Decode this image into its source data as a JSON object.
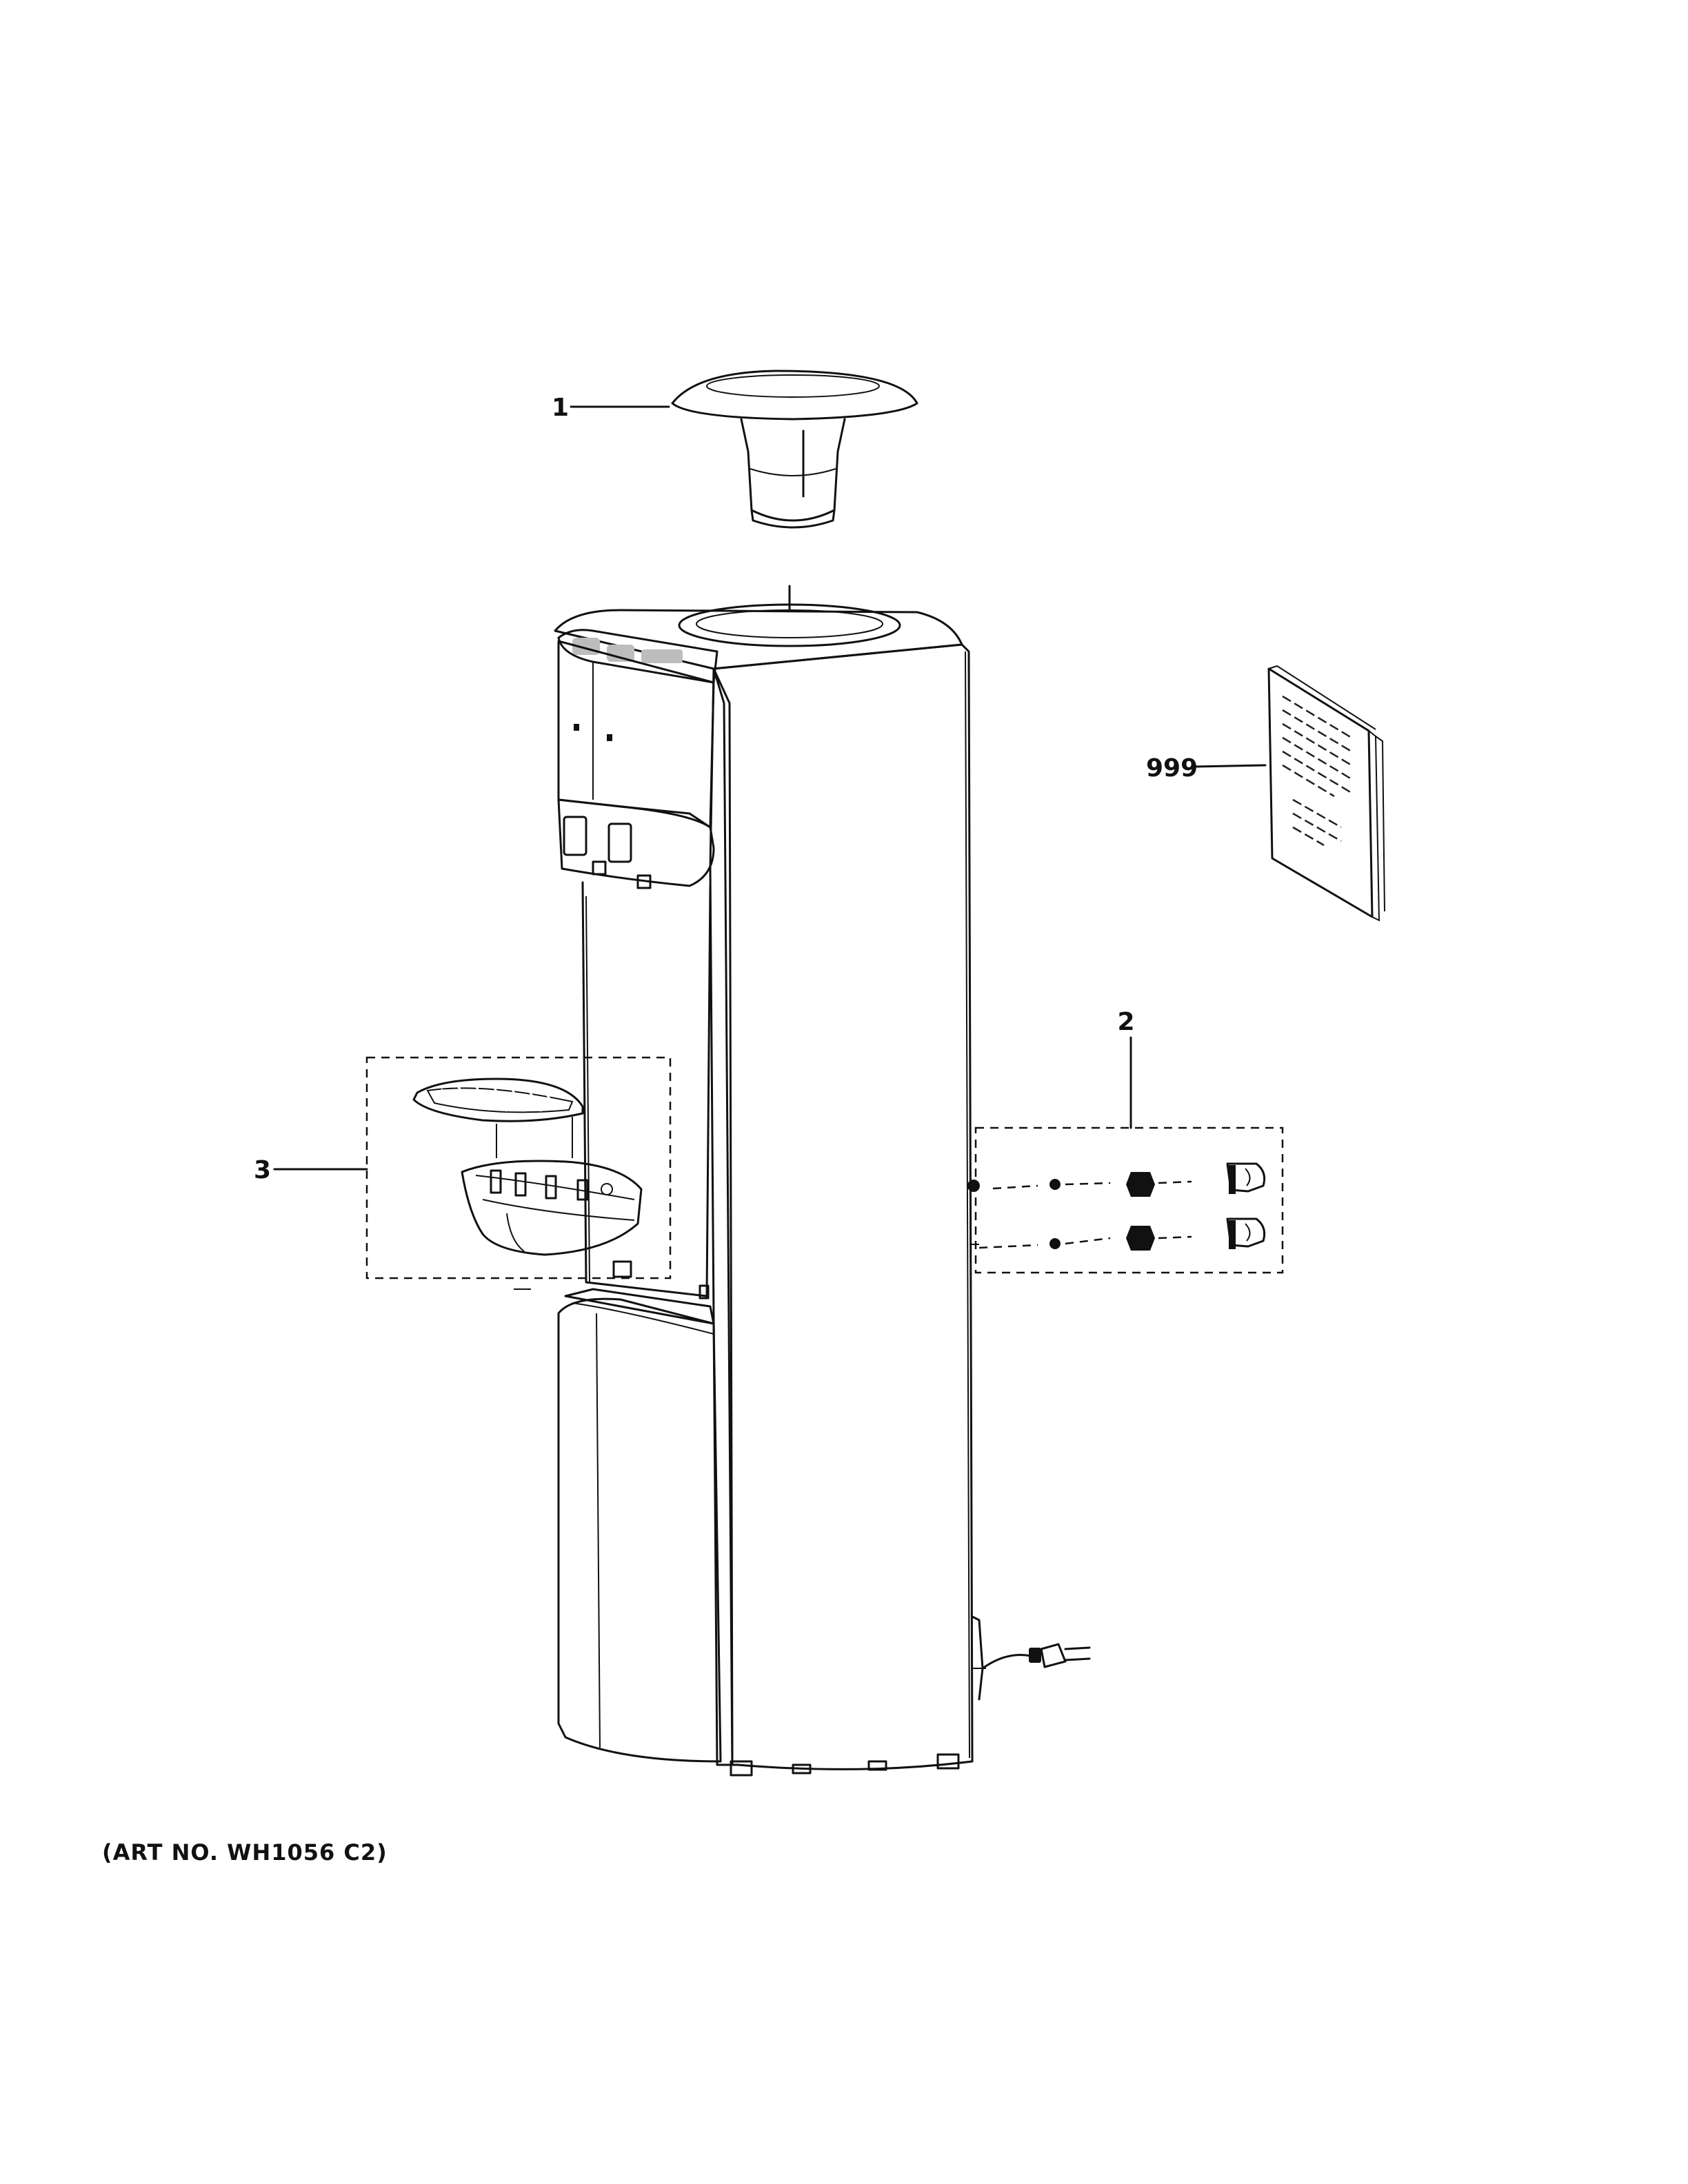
{
  "callouts": {
    "part_1": "1",
    "part_2": "2",
    "part_3": "3",
    "part_999": "999"
  },
  "caption": "(ART NO. WH1056 C2)"
}
